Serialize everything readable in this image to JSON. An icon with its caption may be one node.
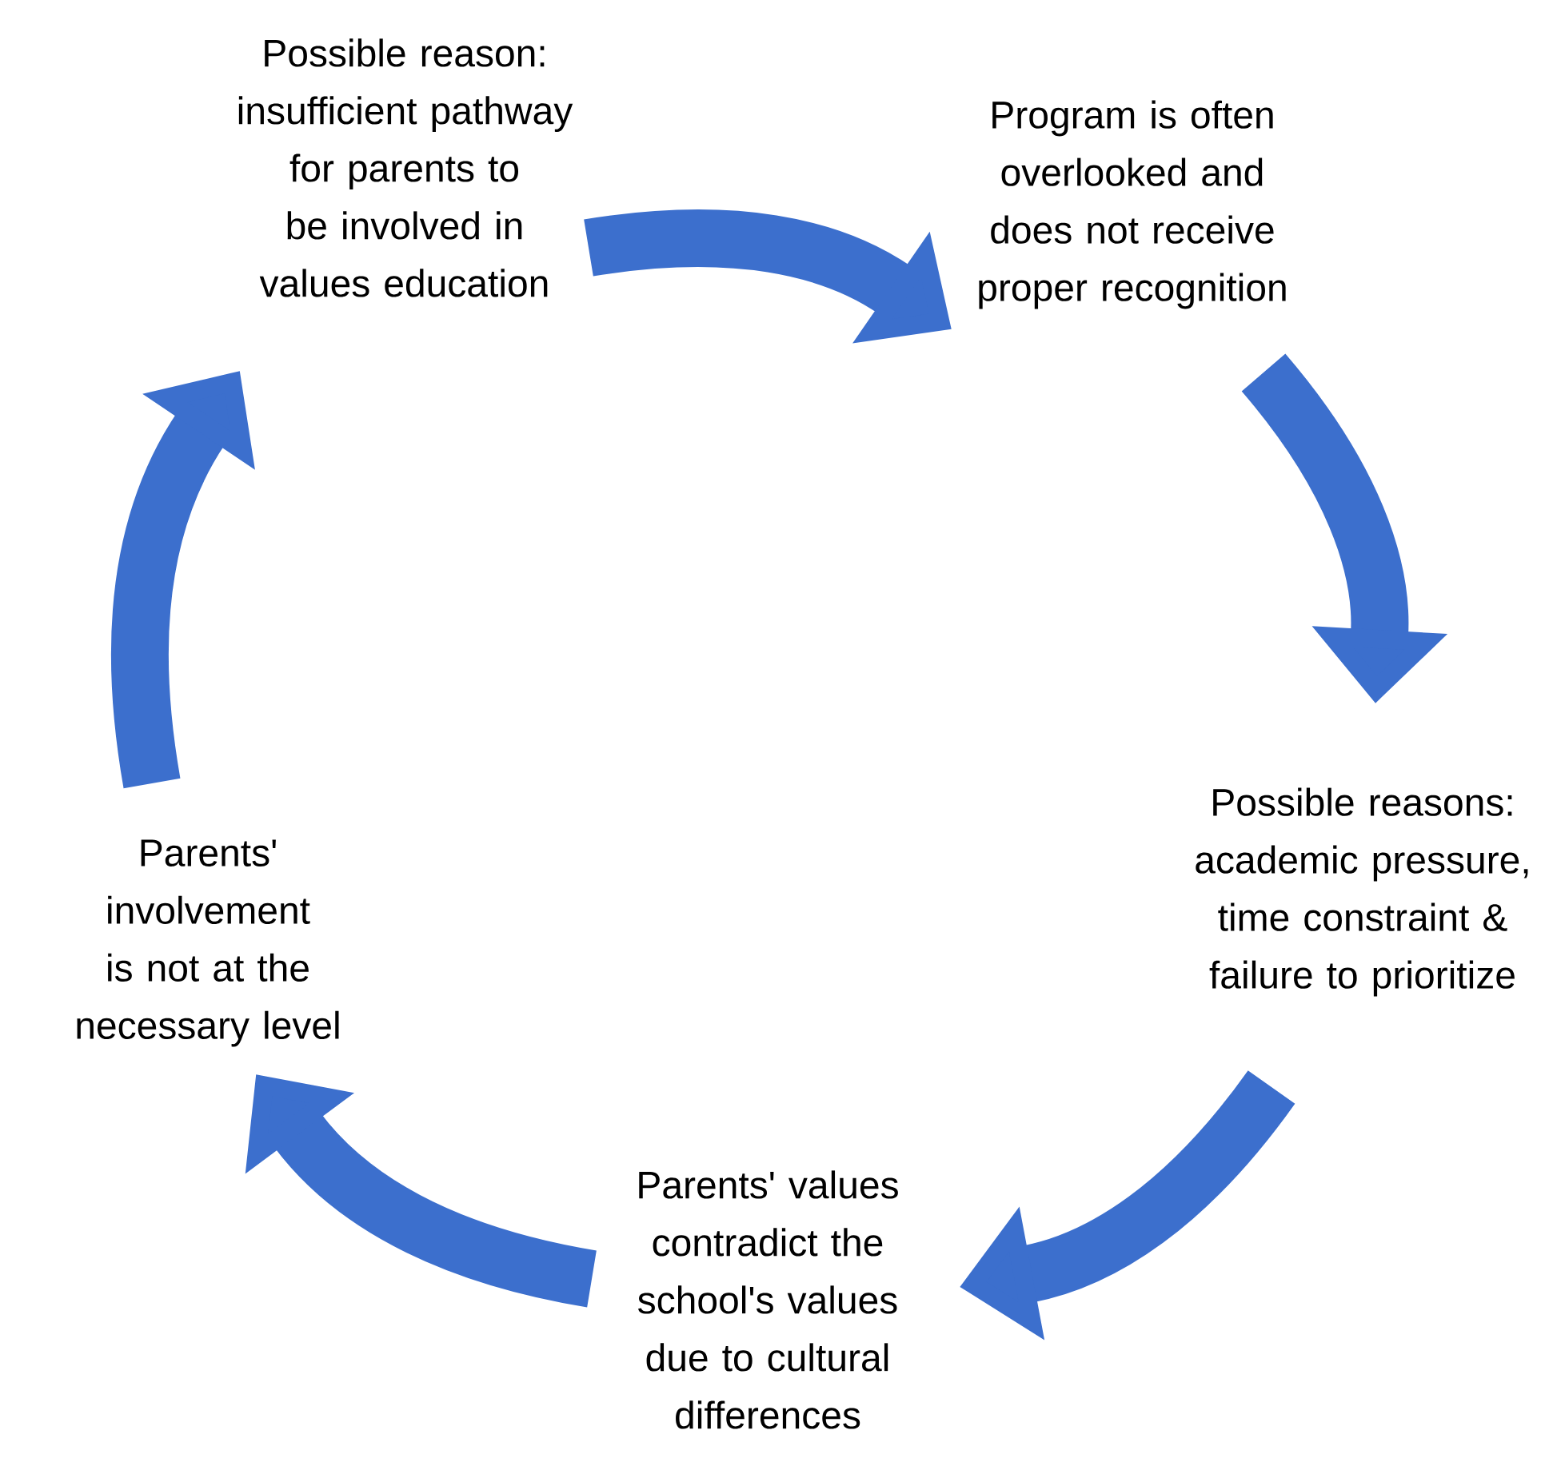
{
  "diagram": {
    "nodes": [
      {
        "text": [
          "Possible reason: insufficient pathway for parents to be involved in values education"
        ]
      },
      {
        "text": [
          "Program is often overlooked and does not receive proper recognition"
        ]
      },
      {
        "text": [
          "Possible reasons: academic pressure, time constraint & failure to prioritize"
        ]
      },
      {
        "text": [
          "Parents' values contradict the school's values due to cultural differences"
        ]
      },
      {
        "text": [
          "Parents' involvement is not at the necessary level"
        ]
      }
    ],
    "edges": [
      {
        "from": 0,
        "to": 1,
        "arrow": "to"
      },
      {
        "from": 1,
        "to": 2,
        "arrow": "to"
      },
      {
        "from": 2,
        "to": 3,
        "arrow": "to"
      },
      {
        "from": 3,
        "to": 4,
        "arrow": "to"
      },
      {
        "from": 4,
        "to": 0,
        "arrow": "to"
      }
    ]
  }
}
